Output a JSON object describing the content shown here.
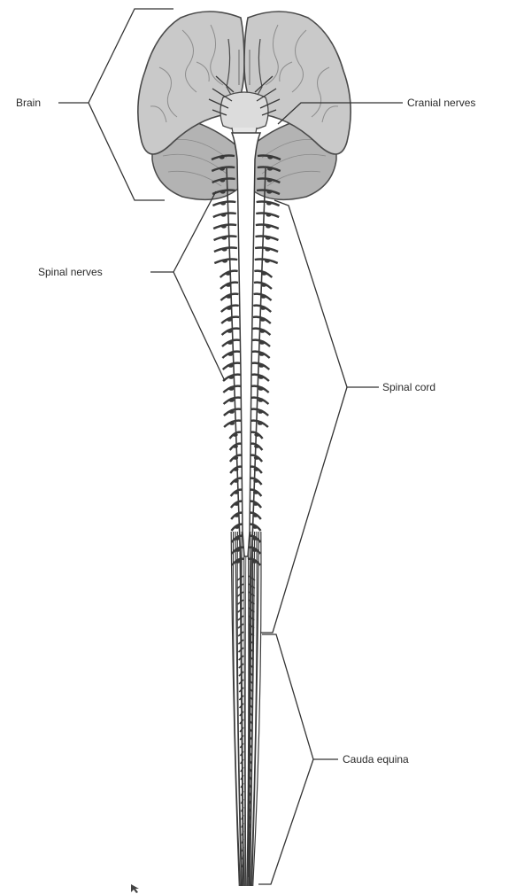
{
  "labels": {
    "brain": "Brain",
    "cranial_nerves": "Cranial nerves",
    "spinal_nerves": "Spinal nerves",
    "spinal_cord": "Spinal cord",
    "cauda_equina": "Cauda equina"
  },
  "colors": {
    "brain_fill": "#c9c9c9",
    "cerebellum_fill": "#b3b3b3",
    "outline": "#4a4a4a",
    "nerve": "#3a3a3a",
    "cord_fill": "#ffffff"
  }
}
